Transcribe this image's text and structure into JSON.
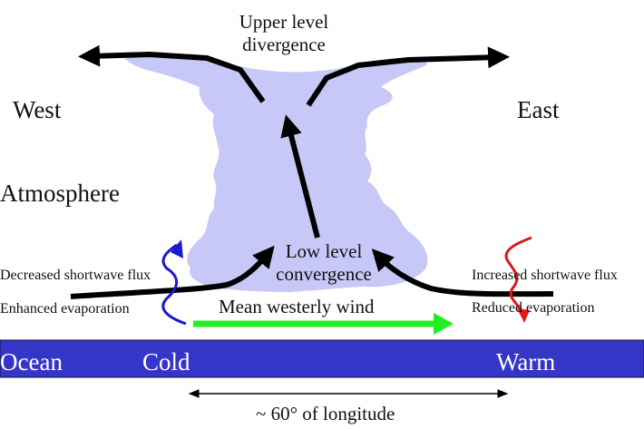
{
  "title_top": {
    "line1": "Upper level",
    "line2": "divergence"
  },
  "directions": {
    "west": "West",
    "east": "East"
  },
  "layers": {
    "atmosphere": "Atmosphere",
    "ocean": "Ocean"
  },
  "convergence": {
    "line1": "Low level",
    "line2": "convergence"
  },
  "wind": {
    "label": "Mean westerly wind"
  },
  "west_side": {
    "line1": "Decreased shortwave flux",
    "line2": "Enhanced evaporation"
  },
  "east_side": {
    "line1": "Increased shortwave flux",
    "line2": "Reduced evaporation"
  },
  "ocean_bar": {
    "cold": "Cold",
    "warm": "Warm"
  },
  "scale": {
    "label": "~ 60° of longitude"
  },
  "colors": {
    "cloud": "#c8c8f8",
    "ocean": "#3535c8",
    "wind_arrow": "#22ee22",
    "cold_flux": "#1a1ad0",
    "warm_flux": "#e01818",
    "arrow": "#000000"
  }
}
